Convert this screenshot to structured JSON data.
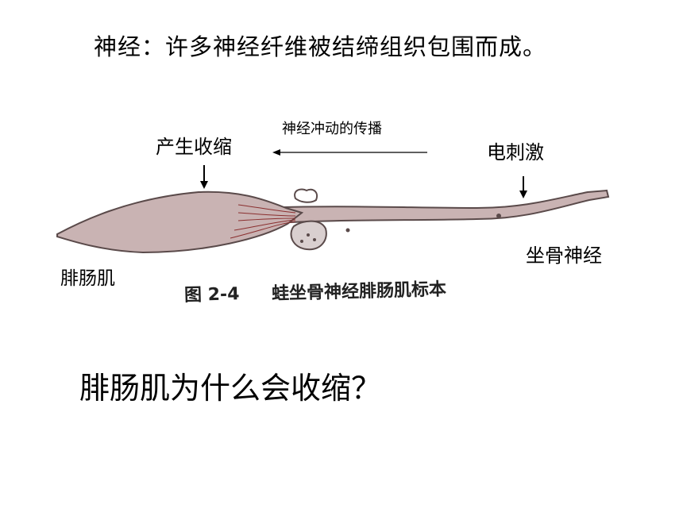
{
  "title": "神经：许多神经纤维被结缔组织包围而成。",
  "labels": {
    "contraction": "产生收缩",
    "conduction": "神经冲动的传播",
    "stimulus": "电刺激",
    "sciatic_nerve": "坐骨神经",
    "gastrocnemius": "腓肠肌"
  },
  "figure_caption": {
    "number": "图 2-4",
    "text": "蛙坐骨神经腓肠肌标本"
  },
  "question": "腓肠肌为什么会收缩？",
  "colors": {
    "muscle_fill": "#c9b3b3",
    "muscle_stroke": "#5a4a4a",
    "nerve_fill": "#c9b3b3",
    "arrow": "#000000"
  }
}
